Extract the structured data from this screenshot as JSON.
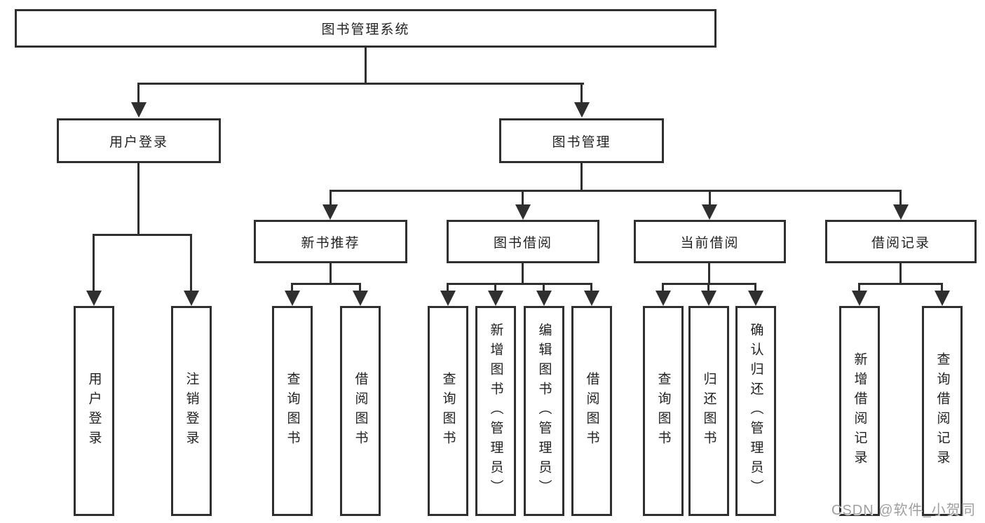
{
  "diagram": {
    "type": "hierarchy-flowchart",
    "title": "图书管理系统",
    "colors": {
      "line": "#2f2f2f",
      "text": "#222222",
      "background": "#ffffff",
      "watermark": "#9f9f9f"
    },
    "tree": {
      "label": "图书管理系统",
      "children": [
        {
          "label": "用户登录",
          "children": [
            {
              "label": "用户登录"
            },
            {
              "label": "注销登录"
            }
          ]
        },
        {
          "label": "图书管理",
          "children": [
            {
              "label": "新书推荐",
              "children": [
                {
                  "label": "查询图书"
                },
                {
                  "label": "借阅图书"
                }
              ]
            },
            {
              "label": "图书借阅",
              "children": [
                {
                  "label": "查询图书"
                },
                {
                  "label": "新增图书（管理员）"
                },
                {
                  "label": "编辑图书（管理员）"
                },
                {
                  "label": "借阅图书"
                }
              ]
            },
            {
              "label": "当前借阅",
              "children": [
                {
                  "label": "查询图书"
                },
                {
                  "label": "归还图书"
                },
                {
                  "label": "确认归还（管理员）"
                }
              ]
            },
            {
              "label": "借阅记录",
              "children": [
                {
                  "label": "新增借阅记录"
                },
                {
                  "label": "查询借阅记录"
                }
              ]
            }
          ]
        }
      ]
    }
  },
  "watermark": {
    "text": "CSDN @软件_小贺同学"
  }
}
